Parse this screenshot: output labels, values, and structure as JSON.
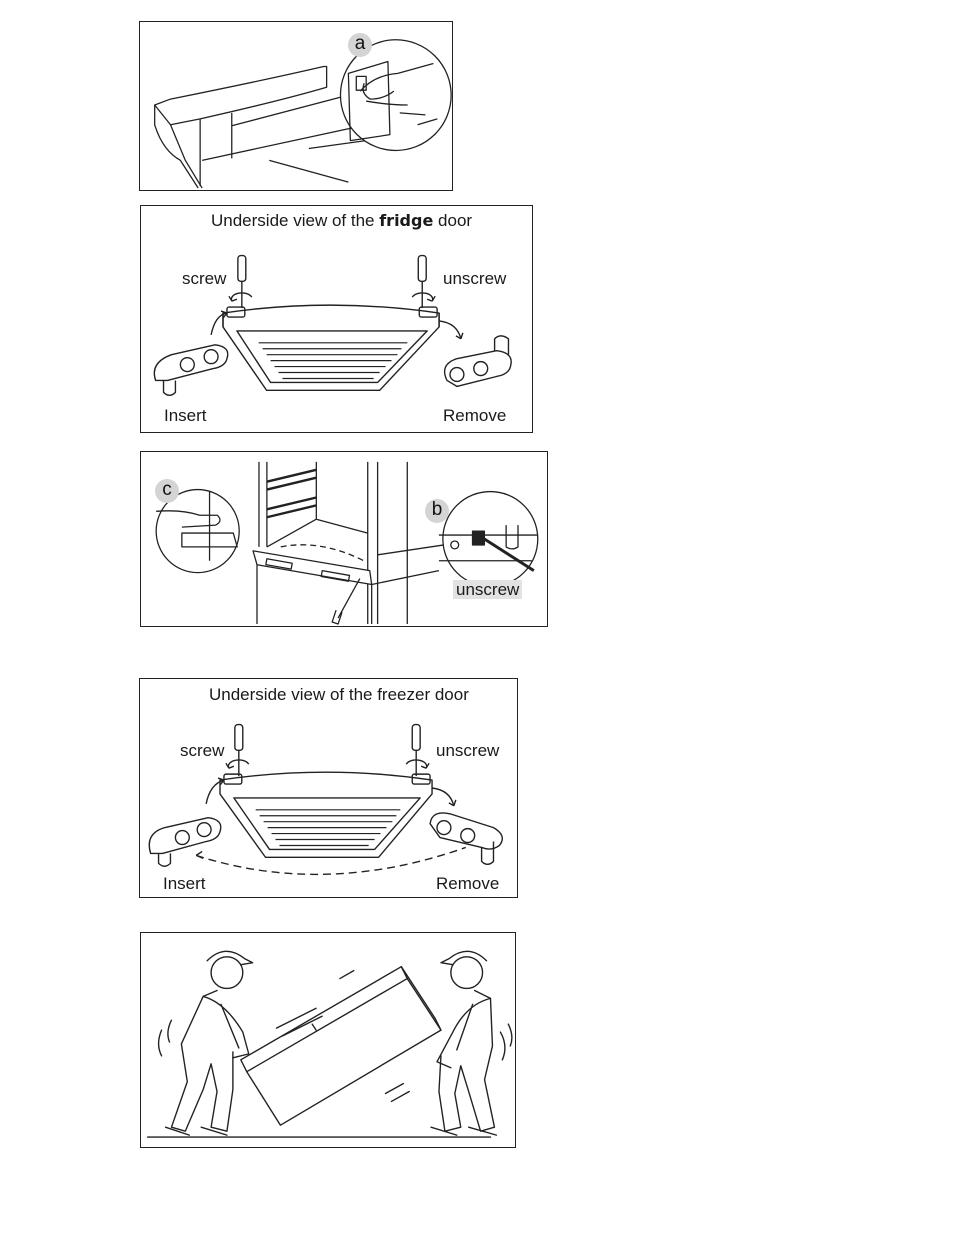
{
  "step1": {
    "marker": "a"
  },
  "fridge_door": {
    "caption_prefix": "Underside view of the",
    "caption_bold": "fridge",
    "caption_suffix": "door",
    "screw": "screw",
    "unscrew": "unscrew",
    "insert": "Insert",
    "remove": "Remove"
  },
  "hinge_step": {
    "marker_c": "c",
    "marker_b": "b",
    "unscrew": "unscrew"
  },
  "freezer_door": {
    "caption": "Underside view of the freezer door",
    "screw": "screw",
    "unscrew": "unscrew",
    "insert": "Insert",
    "remove": "Remove"
  },
  "carry": {}
}
